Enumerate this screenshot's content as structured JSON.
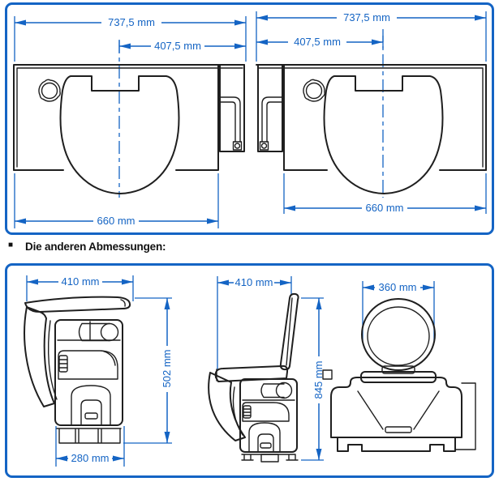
{
  "note": {
    "bullet": "■",
    "text": "Die anderen Abmessungen:"
  },
  "colors": {
    "dimension_blue": "#1464c4",
    "line_black": "#1f1f1f",
    "background": "#ffffff"
  },
  "top_panel": {
    "left_view": {
      "overall_width": "737,5 mm",
      "center_to_side": "407,5 mm",
      "body_width": "660 mm"
    },
    "right_view": {
      "overall_width": "737,5 mm",
      "center_to_side": "407,5 mm",
      "body_width": "660 mm"
    }
  },
  "bottom_panel": {
    "side_view_closed": {
      "depth": "410 mm",
      "height": "502 mm",
      "base_depth": "280 mm"
    },
    "side_view_open": {
      "depth": "410 mm",
      "open_height": "845 mm"
    },
    "front_view": {
      "lid_width": "360 mm"
    }
  }
}
